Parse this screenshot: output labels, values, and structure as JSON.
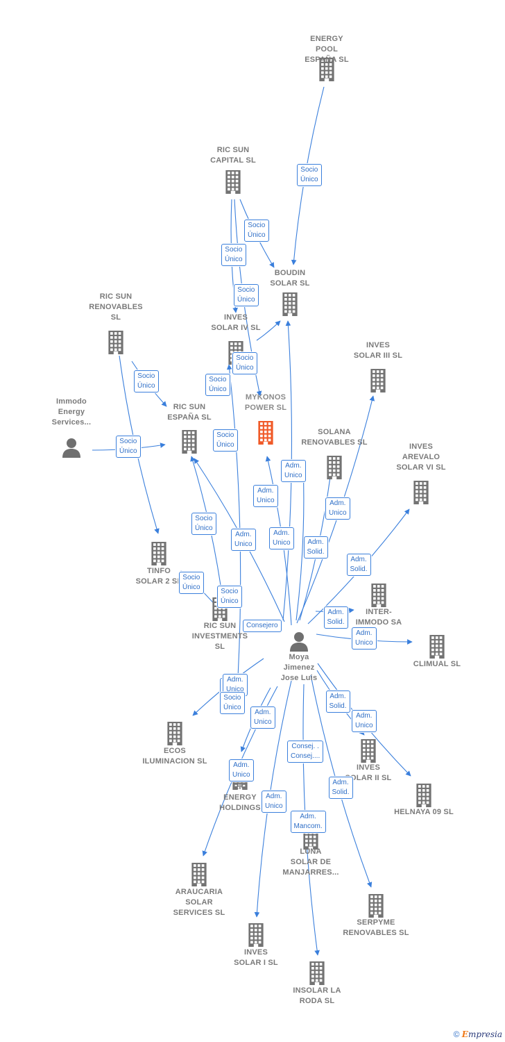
{
  "colors": {
    "edge": "#3a7fdc",
    "building": "#737373",
    "focus": "#f05a28",
    "person": "#6f6f6f"
  },
  "footer": {
    "copyright": "©",
    "brand_e": "E",
    "brand_rest": "mpresia"
  },
  "nodes": [
    {
      "id": "energy",
      "label": "ENERGY\nPOOL\nESPAÑA  SL",
      "type": "building"
    },
    {
      "id": "ricsuncap",
      "label": "RIC SUN\nCAPITAL  SL",
      "type": "building"
    },
    {
      "id": "boudin",
      "label": "BOUDIN\nSOLAR SL",
      "type": "building"
    },
    {
      "id": "invesiv",
      "label": "INVES\nSOLAR IV SL",
      "type": "building"
    },
    {
      "id": "ricsunren",
      "label": "RIC SUN\nRENOVABLES\nSL",
      "type": "building"
    },
    {
      "id": "immodo",
      "label": "Immodo\nEnergy\nServices...",
      "type": "person"
    },
    {
      "id": "ricsunesp",
      "label": "RIC SUN\nESPAÑA  SL",
      "type": "building"
    },
    {
      "id": "mykonos",
      "label": "MYKONOS\nPOWER  SL",
      "type": "focus"
    },
    {
      "id": "invesiii",
      "label": "INVES\nSOLAR III SL",
      "type": "building"
    },
    {
      "id": "solana",
      "label": "SOLANA\nRENOVABLES SL",
      "type": "building"
    },
    {
      "id": "invesarevalo",
      "label": "INVES\nAREVALO\nSOLAR VI SL",
      "type": "building"
    },
    {
      "id": "tinfo",
      "label": "TINFO\nSOLAR 2 SL",
      "type": "building"
    },
    {
      "id": "ricsuninv",
      "label": "RIC SUN\nINVESTMENTS\nSL",
      "type": "building"
    },
    {
      "id": "inter",
      "label": "INTER-\nIMMODO SA",
      "type": "building"
    },
    {
      "id": "climual",
      "label": "CLIMUAL SL",
      "type": "building"
    },
    {
      "id": "moya",
      "label": "Moya\nJimenez\nJose Luis",
      "type": "person"
    },
    {
      "id": "ecos",
      "label": "ECOS\nILUMINACION SL",
      "type": "building"
    },
    {
      "id": "invesii",
      "label": "INVES\nSOLAR II SL",
      "type": "building"
    },
    {
      "id": "helnaya",
      "label": "HELNAYA 09 SL",
      "type": "building"
    },
    {
      "id": "ricenergy",
      "label": "RIC\nENERGY\nHOLDINGS",
      "type": "building"
    },
    {
      "id": "luna",
      "label": "LUNA\nSOLAR DE\nMANJARRES...",
      "type": "building"
    },
    {
      "id": "araucaria",
      "label": "ARAUCARIA\nSOLAR\nSERVICES SL",
      "type": "building"
    },
    {
      "id": "serpyme",
      "label": "SERPYME\nRENOVABLES SL",
      "type": "building"
    },
    {
      "id": "invesi",
      "label": "INVES\nSOLAR I SL",
      "type": "building"
    },
    {
      "id": "insolar",
      "label": "INSOLAR LA\nRODA  SL",
      "type": "building"
    }
  ],
  "edge_labels": [
    "Socio\nÚnico",
    "Socio\nÚnico",
    "Socio\nÚnico",
    "Socio\nÚnico",
    "Socio\nÚnico",
    "Socio\nÚnico",
    "Socio\nÚnico",
    "Socio\nÚnico",
    "Socio\nÚnico",
    "Socio\nÚnico",
    "Socio\nÚnico",
    "Socio\nÚnico",
    "Socio\nÚnico",
    "Adm.\nUnico",
    "Adm.\nUnico",
    "Adm.\nUnico",
    "Adm.\nUnico",
    "Adm.\nUnico",
    "Consejero",
    "Adm.\nSolid.",
    "Adm.\nSolid.",
    "Adm.\nSolid.",
    "Adm.\nUnico",
    "Adm.\nSolid.",
    "Adm.\nUnico",
    "Adm.\nUnico",
    "Adm.\nUnico",
    "Consej. .\nConsej....",
    "Adm.\nUnico",
    "Adm.\nSolid.",
    "Adm.\nMancom.",
    "Adm.\nUnico",
    "Socio\nÚnico"
  ]
}
